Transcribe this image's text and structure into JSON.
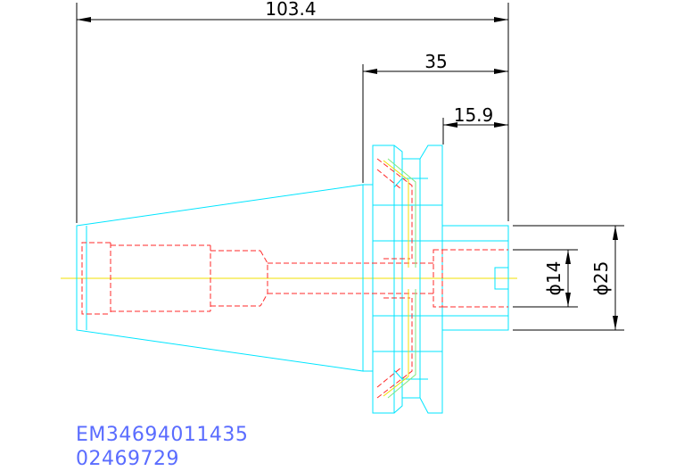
{
  "dimensions": {
    "overall_length": "103.4",
    "flange_to_end": "35",
    "shank_length": "15.9",
    "bore_diameter": "ϕ14",
    "outer_diameter": "ϕ25"
  },
  "codes": {
    "part_number": "EM34694011435",
    "item_number": "02469729"
  },
  "colors": {
    "outline": "#00e5ff",
    "hidden_lines": "#ff2a2a",
    "centerline": "#f0e000",
    "dimensions": "#000000",
    "code_text": "#5a6cff"
  }
}
